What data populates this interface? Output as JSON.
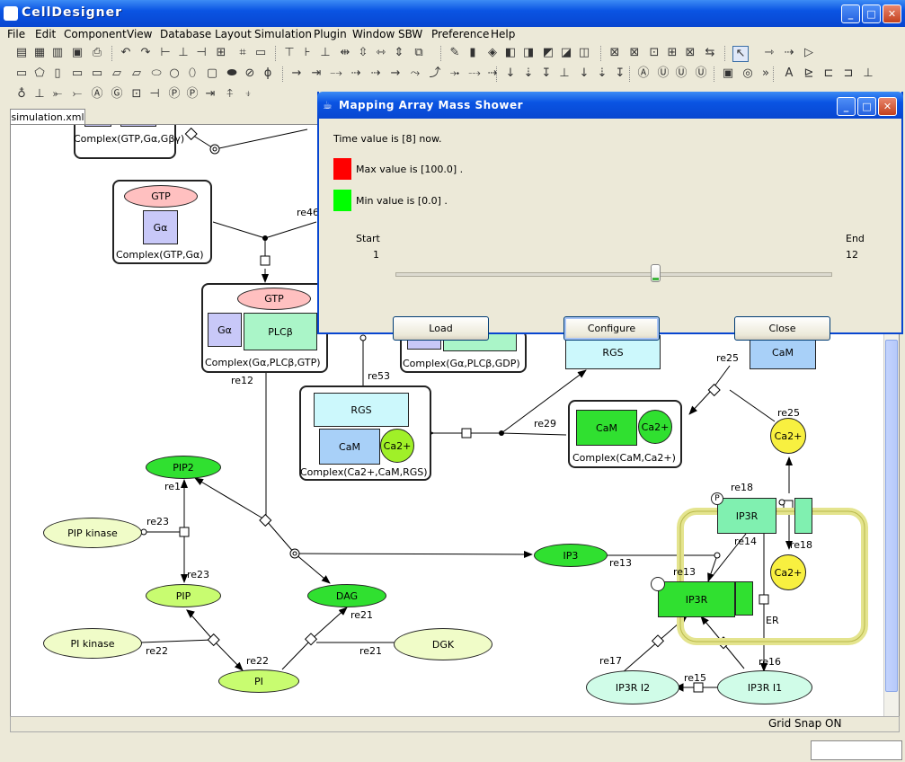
{
  "app": {
    "title": "CellDesigner"
  },
  "menu": [
    "File",
    "Edit",
    "Component",
    "View",
    "Database",
    "Layout",
    "Simulation",
    "Plugin",
    "Window",
    "SBW",
    "Preference",
    "Help"
  ],
  "tab": {
    "label": "simulation.xml"
  },
  "status": {
    "grid": "Grid Snap ON"
  },
  "dialog": {
    "title": "Mapping Array Mass Shower",
    "time_text": "Time value is [8] now.",
    "max_text": "Max value is [100.0] .",
    "min_text": "Min value is [0.0] .",
    "max_color": "#ff0000",
    "min_color": "#00ff00",
    "slider": {
      "start_label": "Start",
      "start_value": "1",
      "end_label": "End",
      "end_value": "12",
      "value": 8
    },
    "buttons": {
      "load": "Load",
      "configure": "Configure",
      "close": "Close"
    }
  },
  "diagram": {
    "complexes": {
      "gtp_ga_gby": "Complex(GTP,Gα,Gβγ)",
      "gtp_ga": "Complex(GTP,Gα)",
      "ga_plcb_gtp": "Complex(Gα,PLCβ,GTP)",
      "ga_plcb_gdp": "Complex(Gα,PLCβ,GDP)",
      "ca_cam_rgs": "Complex(Ca2+,CaM,RGS)",
      "cam_ca": "Complex(CaM,Ca2+)"
    },
    "species": {
      "gtp": "GTP",
      "ga": "Gα",
      "plcb": "PLCβ",
      "rgs": "RGS",
      "cam": "CaM",
      "ca": "Ca2+",
      "pip2": "PIP2",
      "pip": "PIP",
      "pi": "PI",
      "dag": "DAG",
      "ip3": "IP3",
      "pip_kinase": "PIP kinase",
      "pi_kinase": "PI kinase",
      "dgk": "DGK",
      "ip3r": "IP3R",
      "ip3r_i1": "IP3R I1",
      "ip3r_i2": "IP3R I2",
      "er": "ER",
      "p": "P"
    },
    "reactions": {
      "re46": "re46",
      "re12": "re12",
      "re53": "re53",
      "re29": "re29",
      "re25": "re25",
      "re1": "re1",
      "re23": "re23",
      "re22": "re22",
      "re21": "re21",
      "re13": "re13",
      "re14": "re14",
      "re18": "re18",
      "re17": "re17",
      "re15": "re15",
      "re16": "re16"
    }
  }
}
